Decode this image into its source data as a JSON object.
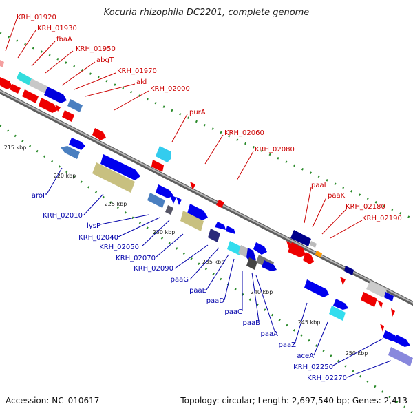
{
  "title": "Kocuria rhizophila DC2201, complete genome",
  "footer": {
    "accession": "Accession: NC_010617",
    "summary": "Topology: circular; Length: 2,697,540 bp; Genes: 2,413"
  },
  "colors": {
    "backbone": "#777777",
    "dots": "#2a8a2a",
    "upper_label": "#cc0000",
    "lower_label": "#0000aa"
  },
  "ticks": [
    "215 kbp",
    "220 kbp",
    "225 kbp",
    "230 kbp",
    "235 kbp",
    "240 kbp",
    "245 kbp",
    "250 kbp"
  ],
  "upper_labels": [
    "KRH_01920",
    "KRH_01930",
    "fbaA",
    "KRH_01950",
    "abgT",
    "KRH_01970",
    "ald",
    "KRH_02000",
    "purA",
    "KRH_02060",
    "KRH_02080",
    "paaI",
    "paaK",
    "KRH_02180",
    "KRH_02190"
  ],
  "lower_labels": [
    "aroP",
    "KRH_02010",
    "lysP",
    "KRH_02040",
    "KRH_02050",
    "KRH_02070",
    "KRH_02090",
    "paaG",
    "paaE",
    "paaD",
    "paaC",
    "paaB",
    "paaA",
    "paaZ",
    "aceA",
    "KRH_02250",
    "KRH_02270"
  ]
}
